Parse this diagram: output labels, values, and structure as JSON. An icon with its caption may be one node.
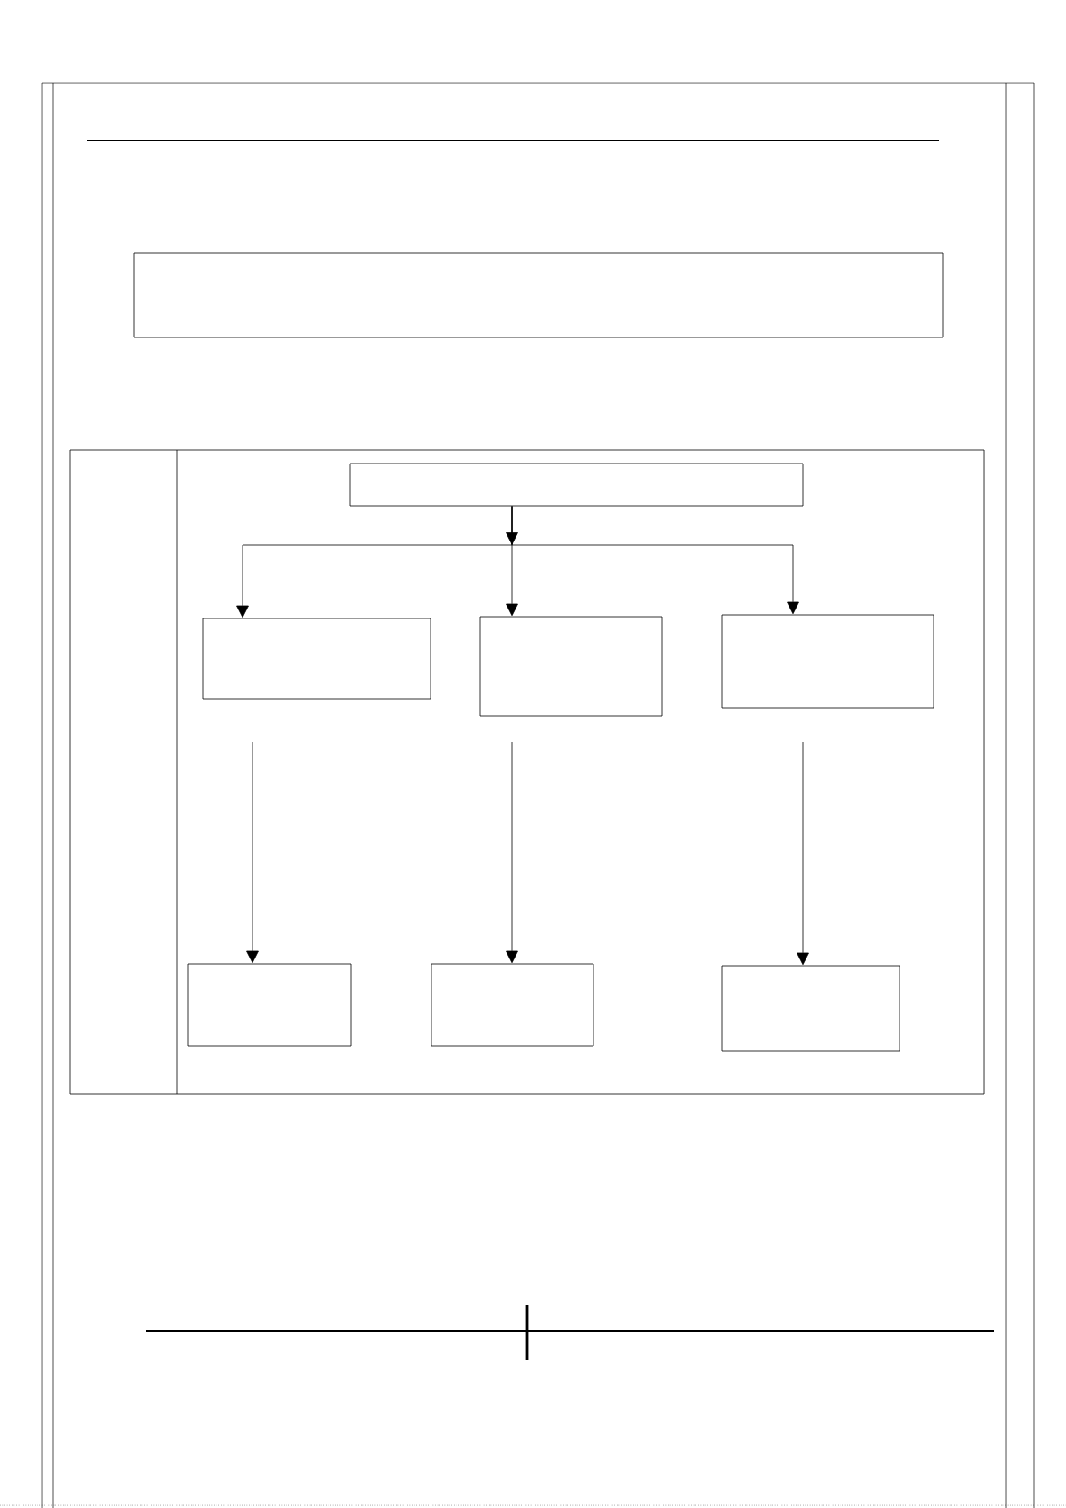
{
  "diagram": {
    "nodes": [
      {
        "text": [],
        "shape": "box"
      },
      {
        "text": [],
        "shape": "box"
      },
      {
        "text": [],
        "shape": "box"
      },
      {
        "text": [],
        "shape": "box"
      },
      {
        "text": [],
        "shape": "box"
      },
      {
        "text": [],
        "shape": "box"
      },
      {
        "text": [],
        "shape": "box"
      },
      {
        "text": [],
        "shape": "box"
      }
    ],
    "edges": [
      {
        "from": 1,
        "to": 2,
        "arrow": "to"
      },
      {
        "from": 1,
        "to": 3,
        "arrow": "to"
      },
      {
        "from": 1,
        "to": 4,
        "arrow": "to"
      },
      {
        "from": null,
        "to": 5,
        "arrow": "to"
      },
      {
        "from": null,
        "to": 6,
        "arrow": "to"
      },
      {
        "from": null,
        "to": 7,
        "arrow": "to"
      }
    ]
  }
}
